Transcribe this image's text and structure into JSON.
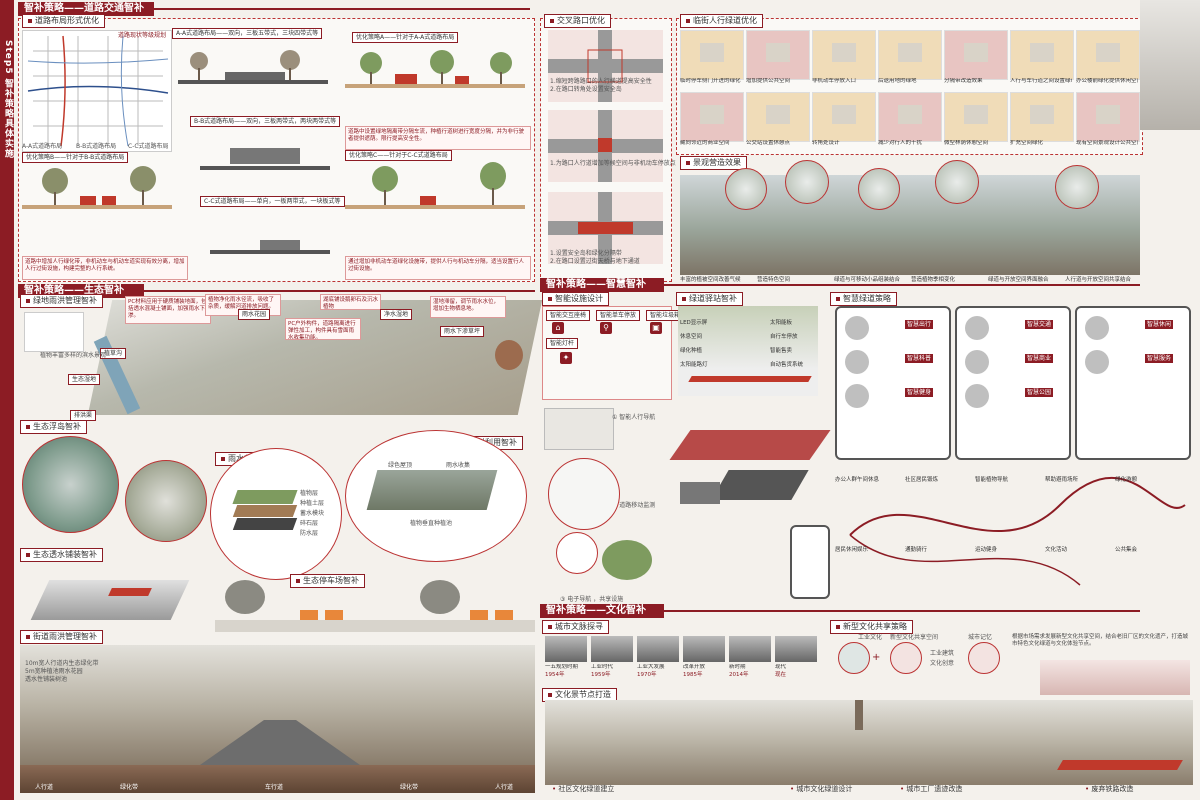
{
  "sidebar": {
    "step": "Step5",
    "title": "智补策略具体实施"
  },
  "sections": {
    "traffic": {
      "title": "智补策略——道路交通智补"
    },
    "eco": {
      "title": "智补策略——生态智补"
    },
    "smart": {
      "title": "智补策略——智慧智补"
    },
    "culture": {
      "title": "智补策略——文化智补"
    }
  },
  "traffic": {
    "sub_layout": "道路布局形式优化",
    "map_legend": "道路现状等级规划",
    "map_captions": [
      "A-A式道路布局",
      "B-B式道路布局",
      "C-C式道路布局"
    ],
    "opt_b": "优化策略B——针对于B-B式道路布局",
    "opt_a": "优化策略A——针对于A-A式道路布局",
    "opt_c": "优化策略C——针对于C-C式道路布局",
    "aa_title": "A-A式道路布局——双向，三板五带式，三块四带式等",
    "bb_title": "B-B式道路布局——双向，三板两带式，两块两带式等",
    "cc_title": "C-C式道路布局——单向，一板两带式，一块板式等",
    "note_a": "道路中设置绿地隔离带分隔车流，种植行道树进行宽度分隔，并为非行驶者提供遮荫。限行提高安全性。",
    "note_b": "道路中增加人行绿化带，非机动车与机动车道实现有效分离，增加人行过街设施，构建完整的人行系统。",
    "note_c": "通过增加非机动车道绿化设施带，提供人行与机动车分隔，适当设置行人过街设施。",
    "junction": "交叉路口优化",
    "junction_notes": [
      "1.缩短跨路路口的人行横道提高安全性",
      "2.在路口转角处设置安全岛",
      "1.为路口人行道增加等候空间与非机动车停放点",
      "1.设置安全岛和绿化分隔带",
      "2.在路口设置过街天桥与地下通道"
    ],
    "ped": "临街人行绿道优化",
    "ped_caps": [
      "临时停车侧门开进的绿化",
      "增加提供公共空间",
      "非机动车停放入口",
      "后退用地的绿地",
      "分隔带改造效果",
      "人行与车行道之间设置绿带",
      "办公楼前绿化提供休闲空间",
      "藏向邻近的商业空间",
      "公交站设置休憩点",
      "转角处设计",
      "减少对行人的干扰",
      "微型林荫休憩空间",
      "扩充空间绿化",
      "现有空间景观设计公共空间"
    ],
    "effect": "景观营造效果",
    "effect_caps": [
      "丰富的植被空间改善气候",
      "营造特色空间",
      "绿道与可移动小品组装结合",
      "营造植物季相变化",
      "绿道与开放空间界面融合",
      "人行道与开放空间共享结合"
    ]
  },
  "eco": {
    "green": "绿地雨洪管理智补",
    "green_notes": [
      "PC材料应用于硬质铺装地面，包括透水混凝土铺面，加强雨水下渗。",
      "植物净化雨水径流，吸收了杂质，缓解河道排放问题。",
      "PC户外构件，道路隔离进行弹性加工，构件具有雪面雨水收集功能。",
      "湖底铺设鹅卵石及沉水植物",
      "湿地滞留，调节雨水水位，增加生物栖息地。"
    ],
    "green_labels": [
      "雨水花园",
      "净水湿地",
      "雨水下渗草坪",
      "生态湿地",
      "植草沟",
      "排洪渠",
      "植物丰富多样的滨水景观"
    ],
    "pond": "生态浮岛智补",
    "pave": "生态透水铺装智补",
    "rain": "雨水收集智补",
    "rain_labels": [
      "植物层",
      "种植土层",
      "蓄水模块",
      "碎石层",
      "防水层"
    ],
    "recycle": "再生材料利用智补",
    "recycle_labels": [
      "绿色屋顶",
      "雨水收集",
      "植物垂直种植池"
    ],
    "parking": "生态停车场智补",
    "street": "街道雨洪管理智补",
    "street_notes": [
      "10m宽人行道内生态绿化带",
      "5m宽种植池雨水花园",
      "透水性铺装树池"
    ],
    "street_labels": [
      "人行道",
      "绿化带",
      "车行道",
      "绿化带",
      "人行道"
    ]
  },
  "smart": {
    "facility": "智能设施设计",
    "facility_tags": [
      "智能交互座椅",
      "智能单车停放",
      "智能灯杆",
      "智能垃圾箱"
    ],
    "greenway": "绿道驿站智补",
    "station_labels": [
      "LED显示屏",
      "太阳能板",
      "休息空间",
      "自行车停放",
      "绿化种植",
      "智能售卖",
      "太阳能路灯",
      "自动售货系统"
    ],
    "points": [
      "①  智能人行导航",
      "②  道路移动监测",
      "③  电子导航 ，共享设施"
    ],
    "strategy": "智慧绿道策略",
    "app_tags": [
      "智慧出行",
      "智慧交通",
      "智慧休闲",
      "智慧科普",
      "智慧商业",
      "智慧服务",
      "智慧健身",
      "智慧公园"
    ],
    "flow_labels": [
      "办公人群午间休息",
      "社区居民锻炼",
      "智能植物导航",
      "帮助避雨场所",
      "绿化游憩",
      "居民休闲娱乐",
      "通勤骑行",
      "运动健身",
      "文化活动",
      "公共集会"
    ]
  },
  "culture": {
    "history": "城市文脉探寻",
    "timeline": [
      "一五规划时期",
      "工业时代",
      "工业大发展",
      "改革开放",
      "新时期",
      "现代"
    ],
    "years": [
      "1954年",
      "1959年",
      "1970年",
      "1985年",
      "2014年",
      "现在"
    ],
    "share": "新型文化共享策略",
    "share_terms": [
      "工业文化",
      "新型文化共享空间",
      "工业建筑",
      "文化创意",
      "城市记忆"
    ],
    "share_note": "根据市场需求发展新型文化共享空间，结合老旧厂区的文化遗产，打造城市特色文化绿道与文化体验节点。",
    "node": "文化景节点打造",
    "node_caps": [
      "社区文化绿道建立",
      "城市文化绿道设计",
      "城市工厂遗迹改造",
      "废弃铁路改造"
    ]
  }
}
